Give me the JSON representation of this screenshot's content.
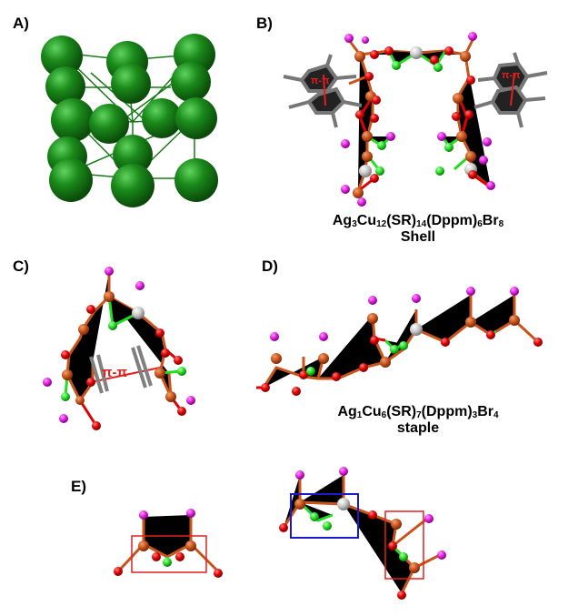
{
  "panels": {
    "a": {
      "label": "A)"
    },
    "b": {
      "label": "B)",
      "caption_formula": [
        "Ag",
        "3",
        "Cu",
        "12",
        "(SR)",
        "14",
        "(Dppm)",
        "6",
        "Br",
        "8"
      ],
      "caption_sub": "Shell",
      "pi_label": "π-π"
    },
    "c": {
      "label": "C)",
      "pi_label": "π-π"
    },
    "d": {
      "label": "D)",
      "caption_formula": [
        "Ag",
        "1",
        "Cu",
        "6",
        "(SR)",
        "7",
        "(Dppm)",
        "3",
        "Br",
        "4"
      ],
      "caption_sub": "staple"
    },
    "e": {
      "label": "E)"
    }
  },
  "colors": {
    "ag_core": "#1a7a1a",
    "cu": "#c8541c",
    "s_red": "#e00000",
    "p_magenta": "#e020e0",
    "br_green": "#22dd22",
    "ag_silver": "#c8c8c8",
    "highlight_red": "#e02020",
    "highlight_blue": "#1a1acc",
    "phenyl": "#707070"
  }
}
